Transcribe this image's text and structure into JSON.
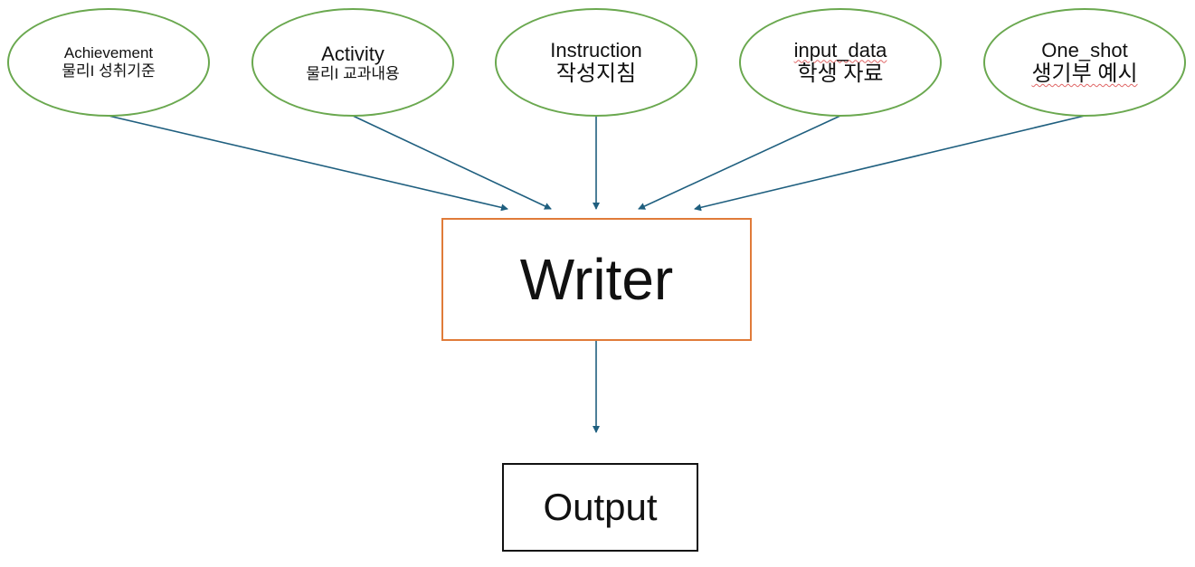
{
  "nodes": {
    "achievement": {
      "line1": "Achievement",
      "line2": "물리I 성취기준"
    },
    "activity": {
      "line1": "Activity",
      "line2": "물리I 교과내용"
    },
    "instruction": {
      "line1": "Instruction",
      "line2": "작성지침"
    },
    "input_data": {
      "line1": "input_data",
      "line2": "학생 자료"
    },
    "one_shot": {
      "line1": "One_shot",
      "line2": "생기부 예시"
    },
    "writer": {
      "label": "Writer"
    },
    "output": {
      "label": "Output"
    }
  },
  "edges": [
    {
      "from": "achievement",
      "to": "writer"
    },
    {
      "from": "activity",
      "to": "writer"
    },
    {
      "from": "instruction",
      "to": "writer"
    },
    {
      "from": "input_data",
      "to": "writer"
    },
    {
      "from": "one_shot",
      "to": "writer"
    },
    {
      "from": "writer",
      "to": "output"
    }
  ],
  "colors": {
    "oval_border": "#6aa84f",
    "writer_border": "#e07b39",
    "output_border": "#111111",
    "arrow": "#1f5f7f",
    "spellcheck_underline": "#e06666"
  }
}
